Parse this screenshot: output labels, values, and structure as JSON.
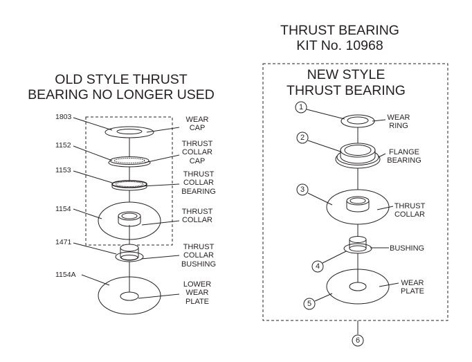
{
  "kit": {
    "title_line1": "THRUST BEARING",
    "title_line2": "KIT No. 10968"
  },
  "old_style": {
    "title_line1": "OLD STYLE THRUST",
    "title_line2": "BEARING NO LONGER USED",
    "parts": [
      {
        "number": "1803",
        "label": "WEAR\nCAP"
      },
      {
        "number": "1152",
        "label": "THRUST\nCOLLAR\nCAP"
      },
      {
        "number": "1153",
        "label": "THRUST\nCOLLAR\nBEARING"
      },
      {
        "number": "1154",
        "label": "THRUST\nCOLLAR"
      },
      {
        "number": "1471",
        "label": "THRUST\nCOLLAR\nBUSHING"
      },
      {
        "number": "1154A",
        "label": "LOWER\nWEAR\nPLATE"
      }
    ]
  },
  "new_style": {
    "title_line1": "NEW STYLE",
    "title_line2": "THRUST BEARING",
    "parts": [
      {
        "number": "1",
        "label": "WEAR\nRING"
      },
      {
        "number": "2",
        "label": "FLANGE\nBEARING"
      },
      {
        "number": "3",
        "label": "THRUST\nCOLLAR"
      },
      {
        "number": "4",
        "label": "BUSHING"
      },
      {
        "number": "5",
        "label": "WEAR\nPLATE"
      },
      {
        "number": "6",
        "label": ""
      }
    ]
  }
}
